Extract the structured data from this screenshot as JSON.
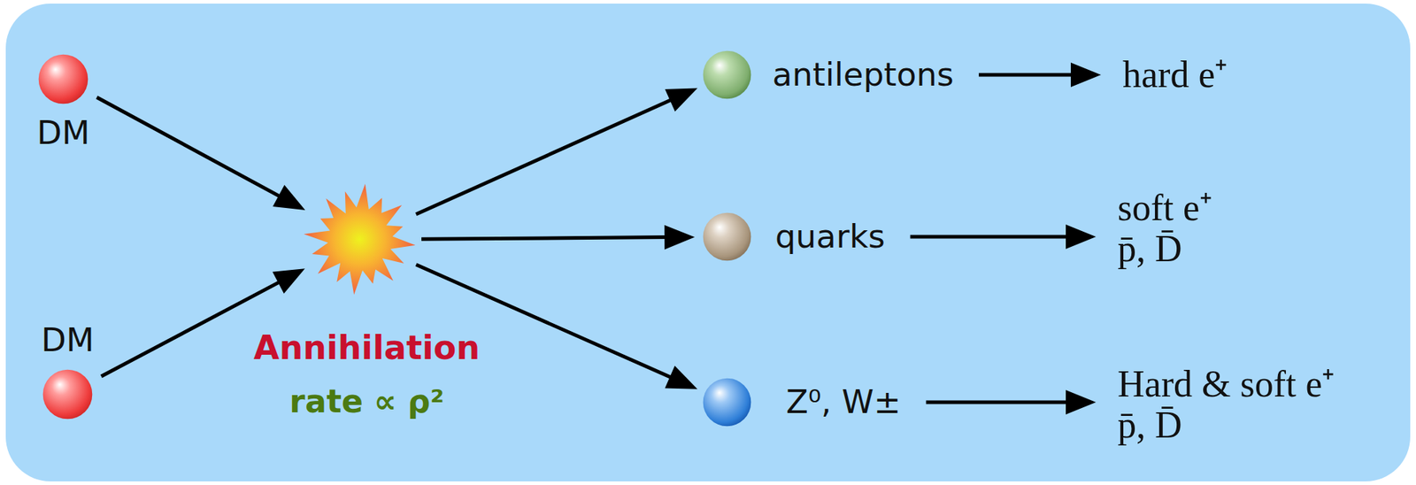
{
  "diagram": {
    "nodes": [
      {
        "text": [
          "DM"
        ]
      },
      {
        "text": [
          "DM"
        ]
      },
      {
        "text": [
          "Annihilation",
          "rate ∝ ρ²"
        ]
      },
      {
        "text": [
          "antileptons"
        ]
      },
      {
        "text": [
          "quarks"
        ]
      },
      {
        "text": [
          "Z⁰, W±"
        ]
      },
      {
        "text": [
          "hard e⁺"
        ]
      },
      {
        "text": [
          "soft e⁺ p̄, D̄"
        ]
      },
      {
        "text": [
          "Hard & soft e⁺ p̄, D̄"
        ]
      }
    ],
    "edges": [
      {
        "from": 0,
        "to": 2,
        "arrow": "to"
      },
      {
        "from": 1,
        "to": 2,
        "arrow": "to"
      },
      {
        "from": 2,
        "to": 3,
        "arrow": "to"
      },
      {
        "from": 2,
        "to": 4,
        "arrow": "to"
      },
      {
        "from": 2,
        "to": 5,
        "arrow": "to"
      },
      {
        "from": 3,
        "to": 6,
        "arrow": "to"
      },
      {
        "from": 4,
        "to": 7,
        "arrow": "to"
      },
      {
        "from": 5,
        "to": 8,
        "arrow": "to"
      }
    ]
  }
}
